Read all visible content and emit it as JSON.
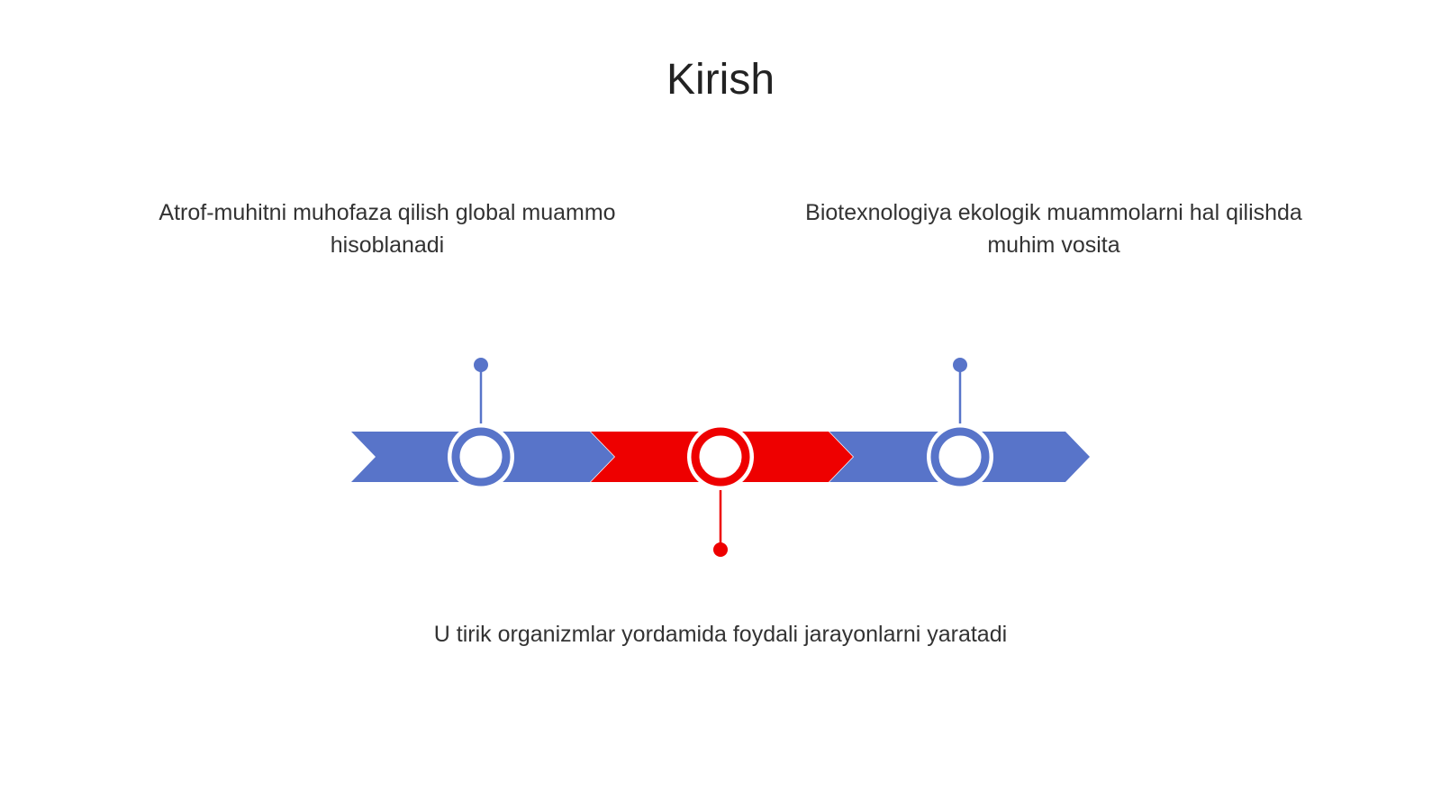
{
  "slide": {
    "title": "Kirish",
    "points": [
      {
        "text": "Atrof-muhitni muhofaza qilish global muammo hisoblanadi",
        "position": "top",
        "color": "#5874C9"
      },
      {
        "text": "U tirik organizmlar yordamida foydali jarayonlarni yaratadi",
        "position": "bottom",
        "color": "#EE0000"
      },
      {
        "text": "Biotexnologiya ekologik muammolarni hal qilishda muhim vosita",
        "position": "top",
        "color": "#5874C9"
      }
    ]
  },
  "colors": {
    "accent_blue": "#5874C9",
    "accent_red": "#EE0000",
    "text": "#333333"
  }
}
